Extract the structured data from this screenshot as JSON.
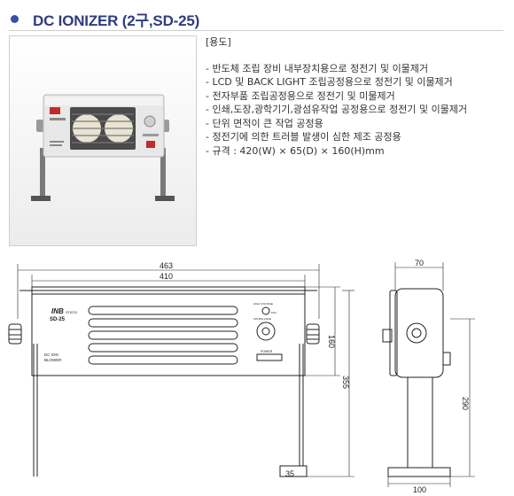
{
  "header": {
    "title": "DC IONIZER (2구,SD-25)"
  },
  "product_photo": {
    "alt": "DC Ionizer SD-25 product photo"
  },
  "description": {
    "usage_label": "[용도]",
    "items": [
      "- 반도체 조립 장비 내부장치용으로 정전기 및 이물제거",
      "- LCD 및 BACK LIGHT 조립공정용으로 정전기 및 이물제거",
      "- 전자부품 조립공정용으로 정전기 및 미물제거",
      "- 인쇄,도장,광학기기,광섬유작업 공정용으로 정전기 및 이물제거",
      "- 단위 면적이 큰 작업 공정용",
      "- 정전기에 의한 트러블 발생이 심한 제조 공정용",
      "- 규격 : 420(W) × 65(D) × 160(H)mm"
    ]
  },
  "drawing": {
    "front": {
      "dim_463": "463",
      "dim_410": "410",
      "dim_160": "160",
      "dim_355": "355",
      "dim_35": "35",
      "brand": "INB",
      "brand_sub": "STATIC",
      "model": "SD-25",
      "label_line1": "DC   ION",
      "label_line2": "BLOWER",
      "panel_text1": "HIGH VOLTAGE",
      "panel_text2": "FAN",
      "panel_text3": "ION BALANCE",
      "power_label": "POWER"
    },
    "side": {
      "dim_70": "70",
      "dim_290": "290",
      "dim_100": "100"
    }
  }
}
